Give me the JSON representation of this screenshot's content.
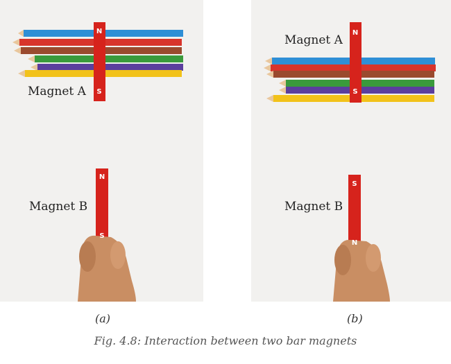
{
  "panel_a": {
    "magnet_a_label": "Magnet A",
    "magnet_b_label": "Magnet B",
    "magnet_a_top_pole": "N",
    "magnet_a_bottom_pole": "S",
    "magnet_b_top_pole": "N",
    "magnet_b_bottom_pole": "S",
    "sublabel": "(a)"
  },
  "panel_b": {
    "magnet_a_label": "Magnet A",
    "magnet_b_label": "Magnet B",
    "magnet_a_top_pole": "N",
    "magnet_a_bottom_pole": "S",
    "magnet_b_top_pole": "S",
    "magnet_b_bottom_pole": "N",
    "sublabel": "(b)"
  },
  "caption": "Fig. 4.8: Interaction between two bar magnets",
  "colors": {
    "magnet": "#d6231c",
    "pencil_blue": "#2f8fd6",
    "pencil_red": "#d8342b",
    "pencil_brown": "#9a4a2e",
    "pencil_green": "#3a9a3c",
    "pencil_purple": "#5b3e9e",
    "pencil_yellow": "#f2c21a",
    "skin": "#c98e63"
  }
}
